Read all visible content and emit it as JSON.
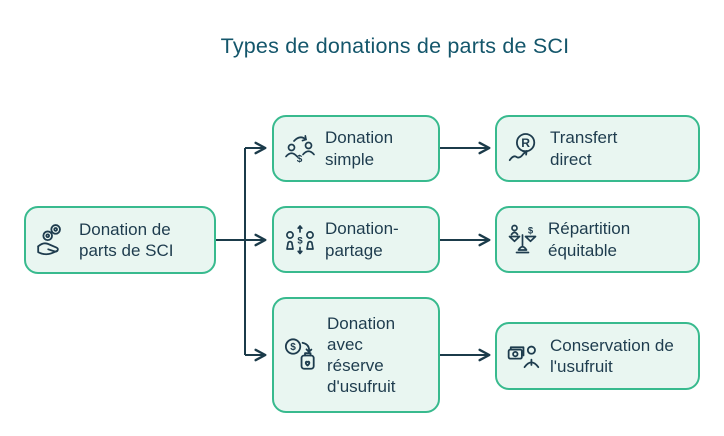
{
  "title": "Types de donations de parts de SCI",
  "colors": {
    "box_fill": "#e9f6f1",
    "box_border": "#38ba8e",
    "box_text": "#1e3c4e",
    "title_text": "#14566b",
    "connector": "#1b3b4a",
    "background": "#ffffff"
  },
  "root": {
    "label": "Donation de parts de SCI",
    "icon": "hand-coins-icon"
  },
  "branches": [
    {
      "type": {
        "label": "Donation simple",
        "icon": "people-money-transfer-icon"
      },
      "result": {
        "label": "Transfert direct",
        "icon": "r-coin-growth-arrow-icon"
      }
    },
    {
      "type": {
        "label": "Donation-partage",
        "icon": "people-money-exchange-icon"
      },
      "result": {
        "label": "Répartition équitable",
        "icon": "balance-scale-icon"
      }
    },
    {
      "type": {
        "label": "Donation avec réserve d'usufruit",
        "icon": "dollar-transfer-badge-icon"
      },
      "result": {
        "label": "Conservation de l'usufruit",
        "icon": "wallet-person-icon"
      }
    }
  ]
}
